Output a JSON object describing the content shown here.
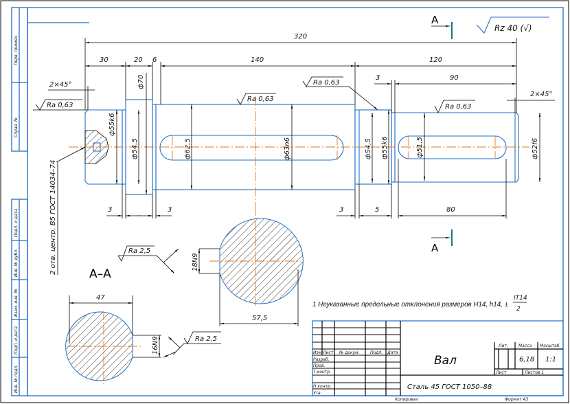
{
  "side_stamp": [
    "Перв. примен",
    "Справ. №",
    "Подп. и дата",
    "Инв. № дубл.",
    "Взам. инв. №",
    "Подп. и дата",
    "Инв. № подл."
  ],
  "roughness_general": "Rz 40 (√)",
  "section_mark": "A",
  "section_title": "A–A",
  "center_hole_note": "2 отв. центр. B5 ГОСТ 14034–74",
  "dims": {
    "overall": "320",
    "d30": "30",
    "d20": "20",
    "d6": "6",
    "d140": "140",
    "d120": "120",
    "d3_top": "3",
    "d90": "90",
    "chamfer_left": "2×45°",
    "chamfer_right": "2×45°",
    "b3a": "3",
    "b3b": "3",
    "b3c": "3",
    "b5": "5",
    "b80": "80",
    "dia55k6_left": "ф55k6",
    "dia54_5_left": "ф54,5",
    "dia70": "ф70",
    "dia62_5": "ф62,5",
    "dia63n6": "ф63n6",
    "dia54_5_right": "ф54,5",
    "dia55k6_right": "ф55k6",
    "dia51_5": "ф51,5",
    "dia52f6": "ф52f6",
    "key18": "18N9",
    "w57_5": "57,5",
    "w47": "47",
    "key16": "16N9"
  },
  "roughness": {
    "r1": "Ra 0,63",
    "r2": "Ra 0,63",
    "r3": "Ra 0,63",
    "r4": "Ra 0,63",
    "s1": "Ra 2,5",
    "s2": "Ra 2,5"
  },
  "note_1": "1 Неуказанные предельные отклонения размеров H14, h14, ±",
  "note_frac_num": "IT14",
  "note_frac_den": "2",
  "title_block": {
    "headers": [
      "Изм.",
      "Лист",
      "№ докум.",
      "Подп.",
      "Дата"
    ],
    "roles": [
      "Разраб.",
      "Пров.",
      "Т.контр.",
      "Н.контр.",
      "Утв."
    ],
    "name": "Вал",
    "material": "Сталь 45 ГОСТ 1050–88",
    "lit_label": "Лит.",
    "mass_label": "Масса",
    "scale_label": "Масштаб",
    "mass": "6,18",
    "scale": "1:1",
    "sheet_label": "Лист",
    "sheets_label": "Листов  1",
    "copied": "Копировал",
    "format": "Формат    А3"
  }
}
